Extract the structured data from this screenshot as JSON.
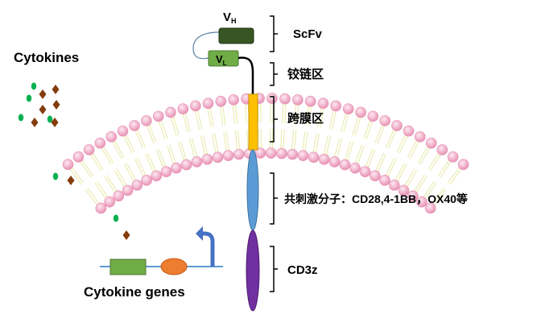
{
  "labels": {
    "cytokines": "Cytokines",
    "cytokine_genes": "Cytokine genes",
    "vh_main": "V",
    "vh_sub": "H",
    "vl_main": "V",
    "vl_sub": "L",
    "scfv": "ScFv",
    "hinge": "铰链区",
    "transmembrane": "跨膜区",
    "costim": "共刺激分子：CD28,4-1BB，OX40等",
    "cd3z": "CD3z"
  },
  "colors": {
    "vh_domain": "#375623",
    "vl_domain": "#70ad47",
    "transmembrane": "#ffc000",
    "costim_domain": "#5b9bd5",
    "cd3z_domain": "#7030a0",
    "lipid_head": "#f4b6cc",
    "lipid_tail": "#f2f2c0",
    "cytokine_dot": "#00b050",
    "cytokine_diamond": "#843c0c",
    "dna_line": "#5b9bd5",
    "gene_box": "#70ad47",
    "promoter": "#ed7d31",
    "arrow": "#4472c4"
  }
}
